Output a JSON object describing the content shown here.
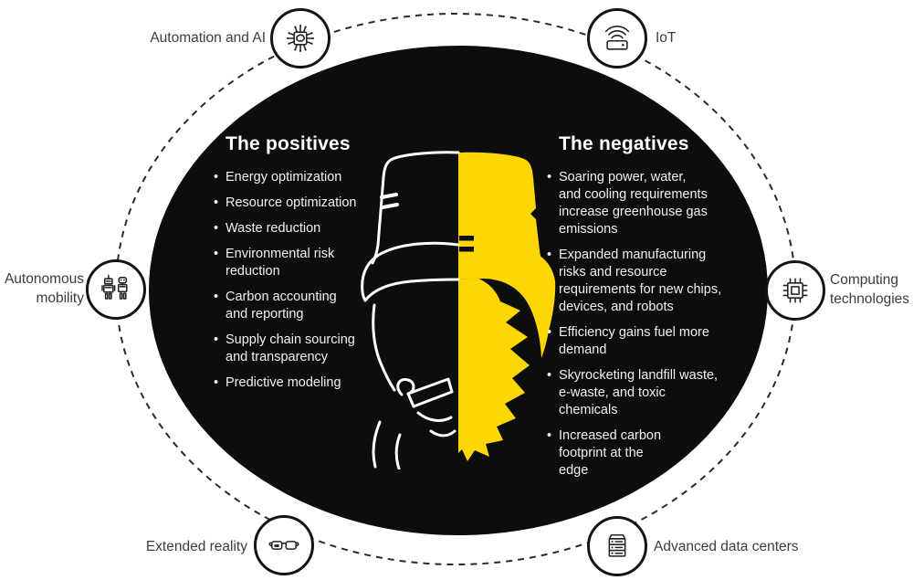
{
  "colors": {
    "ellipse_black": "#0D0D0D",
    "accent_yellow": "#FCD703",
    "ring_gray": "#2A2A2A",
    "text_white": "#F1F1F1",
    "label_gray": "#3D3D3D"
  },
  "positives": {
    "title": "The positives",
    "items": [
      "Energy optimization",
      "Resource optimization",
      "Waste reduction",
      "Environmental risk\nreduction",
      "Carbon accounting\nand reporting",
      "Supply chain sourcing\nand transparency",
      "Predictive modeling"
    ]
  },
  "negatives": {
    "title": "The negatives",
    "items": [
      "Soaring power, water,\nand cooling requirements\nincrease greenhouse gas\nemissions",
      "Expanded manufacturing\nrisks and resource\nrequirements for new chips,\ndevices, and robots",
      "Efficiency gains fuel more\ndemand",
      "Skyrocketing landfill waste,\ne-waste, and toxic\nchemicals",
      "Increased carbon\nfootprint at the\nedge"
    ]
  },
  "nodes": {
    "automation": {
      "label": "Automation and AI",
      "icon": "ai-chip-brain-icon"
    },
    "iot": {
      "label": "IoT",
      "icon": "iot-router-wifi-icon"
    },
    "mobility": {
      "label": "Autonomous mobility",
      "icon": "robots-icon"
    },
    "computing": {
      "label": "Computing technologies",
      "icon": "cpu-chip-icon"
    },
    "xr": {
      "label": "Extended reality",
      "icon": "smart-glasses-icon"
    },
    "datacenters": {
      "label": "Advanced data centers",
      "icon": "server-rack-icon"
    }
  }
}
